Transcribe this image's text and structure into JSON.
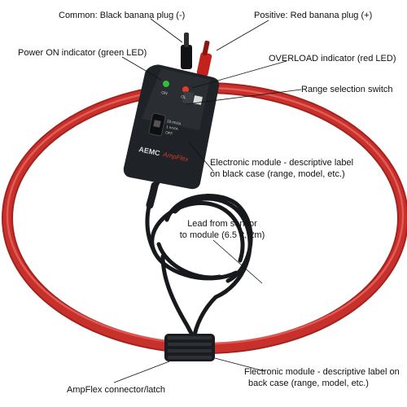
{
  "labels": {
    "common": "Common: Black banana plug (-)",
    "positive": "Positive: Red banana plug (+)",
    "power_on": "Power ON indicator (green LED)",
    "overload": "OVERLOAD indicator (red LED)",
    "range_switch": "Range selection switch",
    "module_front_1": "Electronic module - descriptive label",
    "module_front_2": "on black case (range, model, etc.)",
    "lead_1": "Lead from sensor",
    "lead_2": "to module (6.5 ft, 2m)",
    "connector": "AmpFlex connector/latch",
    "module_back_1": "Flectronic module - descriptive label on",
    "module_back_2": "back case (range, model, etc.)"
  },
  "device": {
    "brand": "AEMC",
    "model": "AmpFlex",
    "led_on_label": "ON",
    "led_ol_label": "OL",
    "switch_positions": [
      "10 mV/A",
      "1 mV/A",
      "OFF"
    ]
  },
  "colors": {
    "coil": "#c8302c",
    "coil_highlight": "#e86660",
    "case": "#1f2226",
    "cable": "#17191c",
    "led_green": "#2fbf3a",
    "led_red": "#e23b2b",
    "plug_red": "#c4221c",
    "plug_black": "#111214",
    "brand_text": "#d8d8d8",
    "model_text": "#d23a2a"
  }
}
